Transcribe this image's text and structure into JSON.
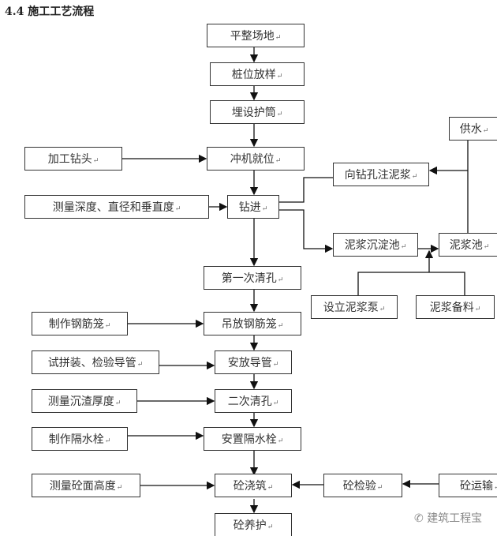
{
  "title": "4.4 施工工艺流程",
  "nodes": {
    "pzcd": "平整场地",
    "zwfy": "桩位放样",
    "mshz": "埋设护筒",
    "gs": "供水",
    "jgzt": "加工钻头",
    "cjjw": "冲机就位",
    "xzkzn": "向钻孔注泥浆",
    "clsd": "测量深度、直径和垂直度",
    "zj": "钻进",
    "njcdc": "泥浆沉淀池",
    "njc": "泥浆池",
    "dycq": "第一次清孔",
    "slnjb": "设立泥浆泵",
    "njbl": "泥浆备料",
    "zzgjl": "制作钢筋笼",
    "dfgjl": "吊放钢筋笼",
    "spz": "试拼装、检验导管",
    "afdg": "安放导管",
    "clczhd": "测量沉渣厚度",
    "ecqk": "二次清孔",
    "zzgss": "制作隔水栓",
    "azgss": "安置隔水栓",
    "cltmgd": "测量砼面高度",
    "tjz": "砼浇筑",
    "tjy": "砼检验",
    "tys": "砼运输",
    "tyh": "砼养护"
  },
  "watermark": "建筑工程宝"
}
